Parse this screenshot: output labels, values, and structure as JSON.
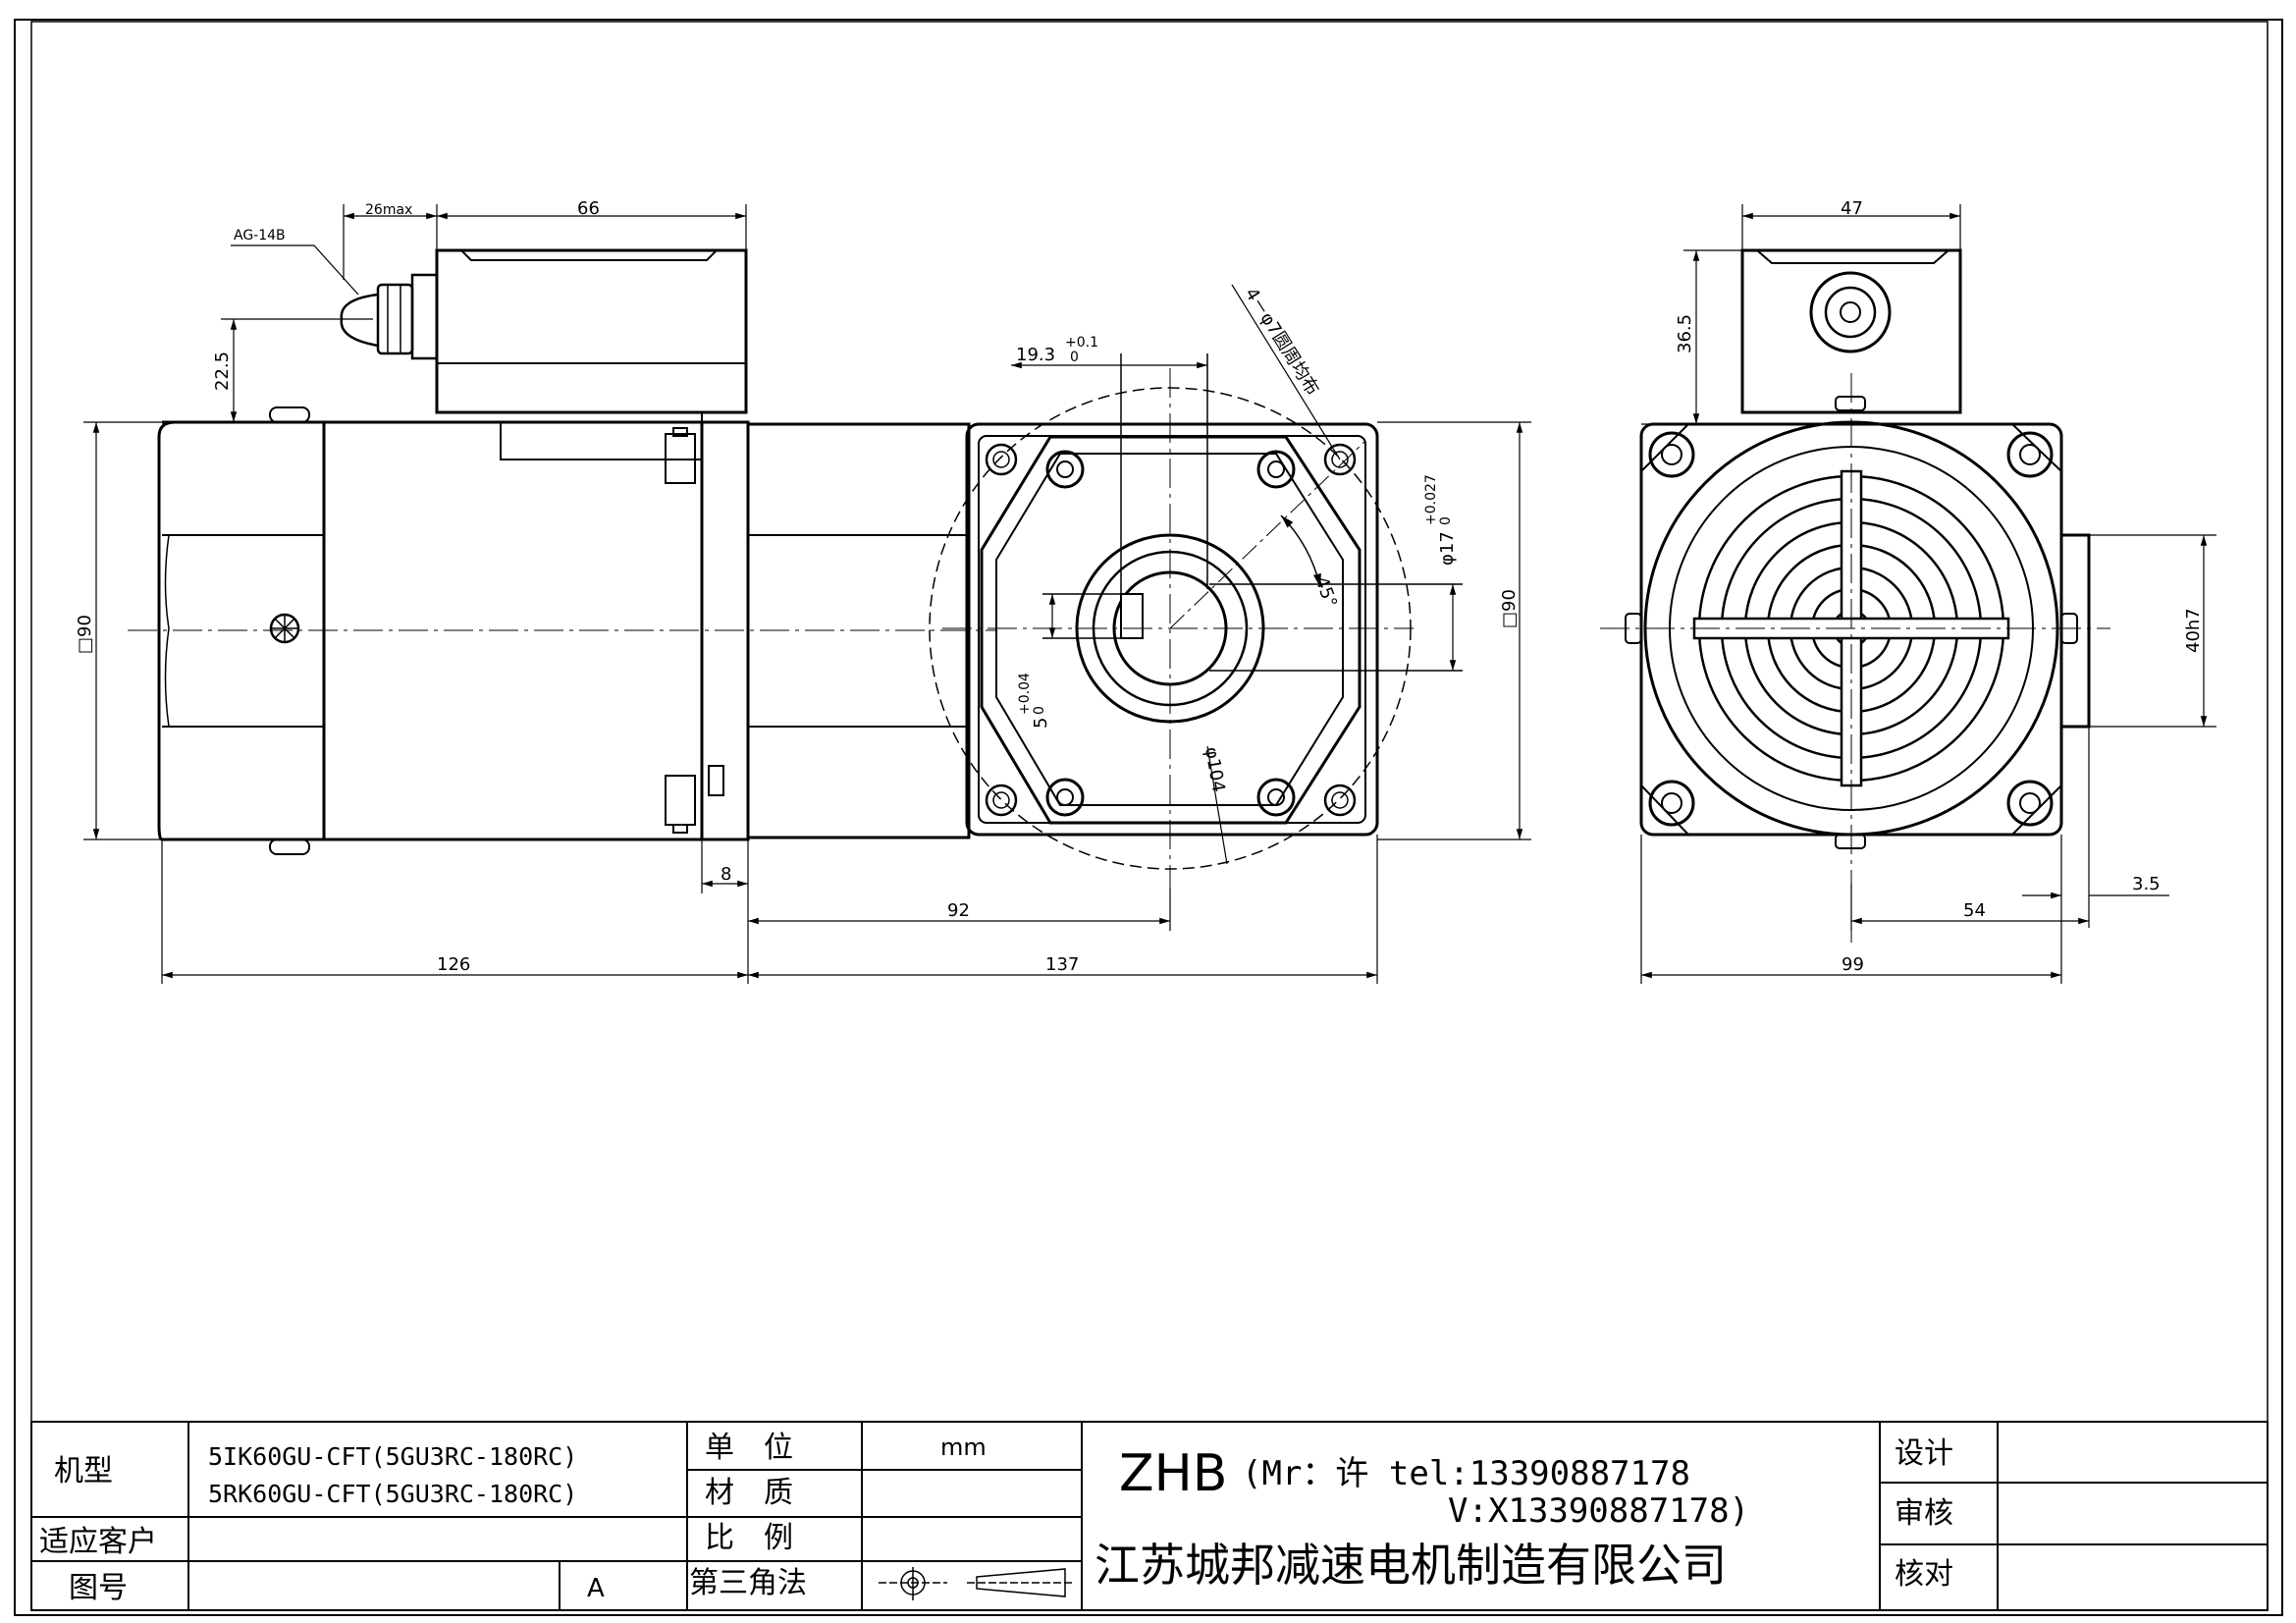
{
  "dimensions": {
    "cable_gland": "AG-14B",
    "gland_len": "26max",
    "box_len": "66",
    "box_height": "22.5",
    "motor_sq": "□90",
    "flange_thk": "8",
    "shaft_pos": "92",
    "motor_len": "126",
    "gear_len": "137",
    "key_width": "19.3",
    "key_width_tol": "+0.1",
    "key_width_tol_low": "0",
    "holes": "4－φ7圆周均布",
    "angle": "45°",
    "bore_dia": "φ17",
    "bore_tol": "+0.027",
    "bore_tol_low": "0",
    "gear_sq": "□90",
    "key_slot": "5",
    "key_slot_tol": "+0.04",
    "key_slot_tol_low": "0",
    "pcd": "φ104",
    "box_w": "47",
    "box_h_side": "36.5",
    "pilot": "40h7",
    "pilot_depth": "3.5",
    "offset": "54",
    "total_w": "99"
  },
  "title_block": {
    "model_label": "机型",
    "model_1": "5IK60GU-CFT(5GU3RC-180RC)",
    "model_2": "5RK60GU-CFT(5GU3RC-180RC)",
    "customer_label": "适应客户",
    "drawing_no_label": "图号",
    "revision": "A",
    "unit_label": "单　位",
    "unit_value": "mm",
    "material_label": "材　质",
    "scale_label": "比　例",
    "projection_label": "第三角法",
    "brand": "ZHB",
    "contact_1": "(Mr：许 tel:13390887178",
    "contact_2": "V:X13390887178)",
    "company": "江苏城邦减速电机制造有限公司",
    "design_label": "设计",
    "review_label": "审核",
    "check_label": "核对"
  }
}
